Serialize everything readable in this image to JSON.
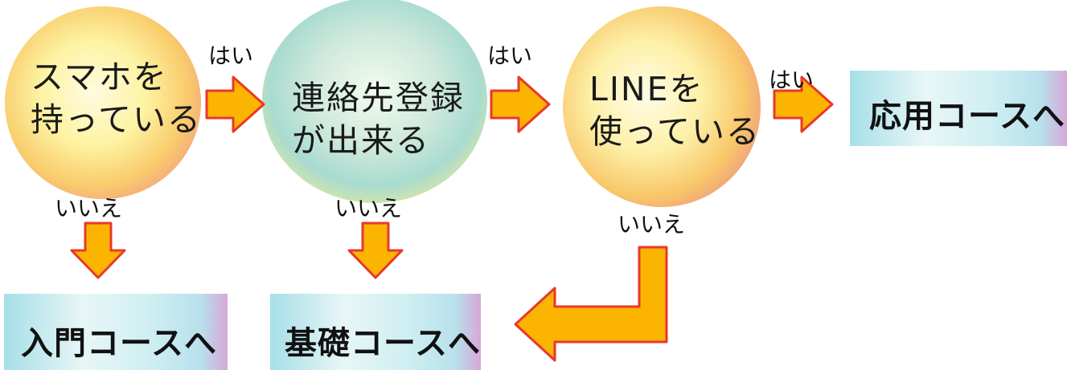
{
  "nodes": {
    "smartphone": {
      "line1": "スマホを",
      "line2": "持っている"
    },
    "contacts": {
      "line1": "連絡先登録",
      "line2": "が出来る"
    },
    "line_app": {
      "line1": "LINEを",
      "line2": "使っている"
    }
  },
  "edges": {
    "yes_1": "はい",
    "yes_2": "はい",
    "yes_3": "はい",
    "no_1": "いいえ",
    "no_2": "いいえ",
    "no_3": "いいえ"
  },
  "results": {
    "advanced": "応用コースへ",
    "intro": "入門コースへ",
    "basic": "基礎コースへ"
  },
  "colors": {
    "arrow_fill": "#fbb400",
    "arrow_stroke": "#e8382c"
  }
}
